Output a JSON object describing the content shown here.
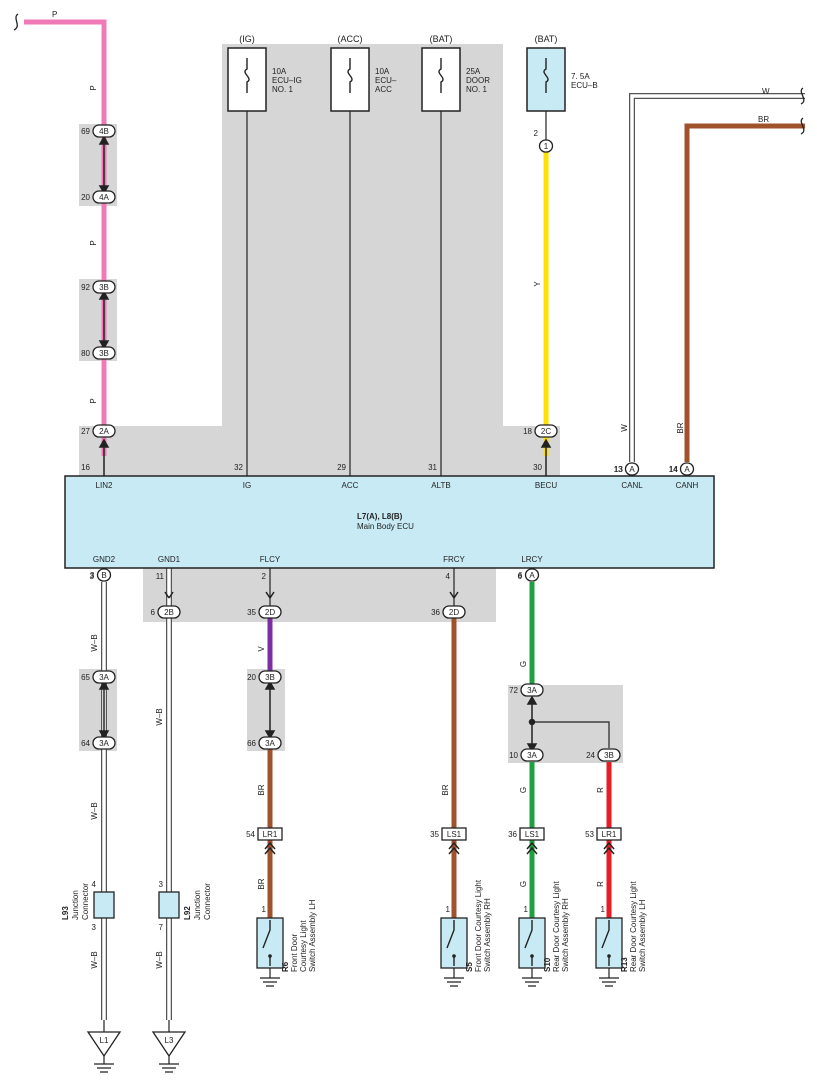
{
  "colors": {
    "pink": "#f07ab8",
    "yellow": "#ffe000",
    "brown": "#a0522d",
    "purple": "#7b2fa0",
    "green": "#1ea040",
    "red": "#e81c24",
    "block": "#d6d6d6",
    "box": "#c8eaf4"
  },
  "top": {
    "p_label": "P",
    "w_label": "W",
    "br_label": "BR"
  },
  "fuses": [
    {
      "source": "(IG)",
      "l1": "10A",
      "l2": "ECU–IG",
      "l3": "NO. 1"
    },
    {
      "source": "(ACC)",
      "l1": "10A",
      "l2": "ECU–",
      "l3": "ACC"
    },
    {
      "source": "(BAT)",
      "l1": "25A",
      "l2": "DOOR",
      "l3": "NO. 1"
    },
    {
      "source": "(BAT)",
      "l1": "7. 5A",
      "l2": "ECU–B",
      "l3": ""
    }
  ],
  "ecu": {
    "title": "L7(A), L8(B)",
    "name": "Main Body ECU",
    "top_terms": [
      "LIN2",
      "IG",
      "ACC",
      "ALTB",
      "BECU",
      "CANL",
      "CANH"
    ],
    "top_pins": [
      "16",
      "32",
      "29",
      "31",
      "30",
      "13",
      "14"
    ],
    "bot_terms": [
      "GND2",
      "GND1",
      "FLCY",
      "FRCY",
      "LRCY"
    ],
    "bot_pins": [
      "3",
      "11",
      "2",
      "4",
      "6"
    ]
  },
  "connectors": [
    {
      "pin": "69",
      "id": "4B"
    },
    {
      "pin": "20",
      "id": "4A"
    },
    {
      "pin": "92",
      "id": "3B"
    },
    {
      "pin": "80",
      "id": "3B"
    },
    {
      "pin": "27",
      "id": "2A"
    },
    {
      "pin": "18",
      "id": "2C"
    },
    {
      "pin": "13",
      "id": "A"
    },
    {
      "pin": "14",
      "id": "A"
    },
    {
      "pin": "3",
      "id": "B"
    },
    {
      "pin": "6",
      "id": "A"
    },
    {
      "pin": "6",
      "id": "2B"
    },
    {
      "pin": "35",
      "id": "2D"
    },
    {
      "pin": "36",
      "id": "2D"
    },
    {
      "pin": "65",
      "id": "3A"
    },
    {
      "pin": "64",
      "id": "3A"
    },
    {
      "pin": "20",
      "id": "3B"
    },
    {
      "pin": "66",
      "id": "3A"
    },
    {
      "pin": "72",
      "id": "3A"
    },
    {
      "pin": "10",
      "id": "3A"
    },
    {
      "pin": "24",
      "id": "3B"
    },
    {
      "pin": "2",
      "id": "1"
    }
  ],
  "inline": [
    {
      "pin": "54",
      "id": "LR1"
    },
    {
      "pin": "35",
      "id": "LS1"
    },
    {
      "pin": "36",
      "id": "LS1"
    },
    {
      "pin": "53",
      "id": "LR1"
    }
  ],
  "wire_labels": [
    "P",
    "P",
    "P",
    "Y",
    "W",
    "BR",
    "W–B",
    "W–B",
    "W–B",
    "W–B",
    "W–B",
    "V",
    "BR",
    "BR",
    "BR",
    "G",
    "G",
    "G",
    "R",
    "R"
  ],
  "junctions": [
    {
      "id": "L93",
      "desc1": "Junction",
      "desc2": "Connector",
      "top": "4",
      "bot": "3"
    },
    {
      "id": "L92",
      "desc1": "Junction",
      "desc2": "Connector",
      "top": "3",
      "bot": "7"
    }
  ],
  "switches": [
    {
      "id": "R6",
      "d1": "Front Door",
      "d2": "Courtesy Light",
      "d3": "Switch Assembly LH",
      "pin": "1"
    },
    {
      "id": "S5",
      "d1": "Front Door Courtesy Light",
      "d2": "Switch Assembly RH",
      "d3": "",
      "pin": "1"
    },
    {
      "id": "S10",
      "d1": "Rear Door Courtesy Light",
      "d2": "Switch Assembly RH",
      "d3": "",
      "pin": "1"
    },
    {
      "id": "R13",
      "d1": "Rear Door Courtesy Light",
      "d2": "Switch Assembly LH",
      "d3": "",
      "pin": "1"
    }
  ],
  "grounds": [
    "L1",
    "L3"
  ]
}
